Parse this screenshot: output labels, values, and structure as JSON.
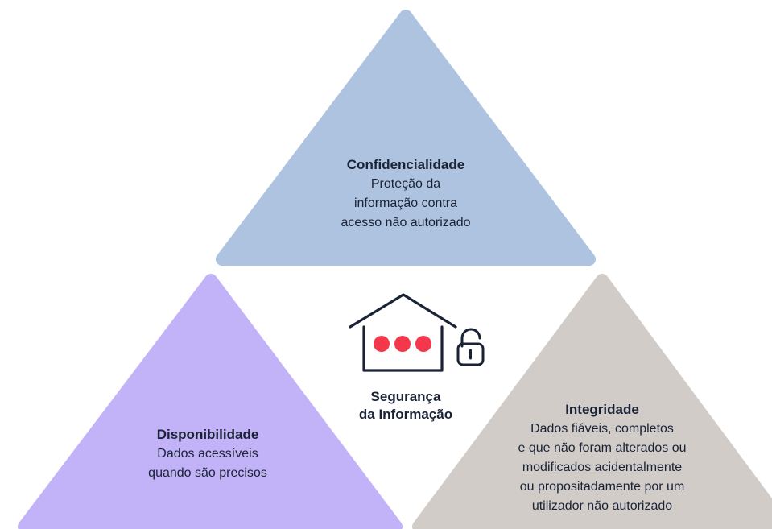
{
  "colors": {
    "top": "#aec3df",
    "left": "#c2b3f8",
    "right": "#d1ccc8",
    "dots": "#f2384a",
    "ink": "#1a2336"
  },
  "center": {
    "line1": "Segurança",
    "line2": "da Informação",
    "icon": "house-lock-icon"
  },
  "top": {
    "title": "Confidencialidade",
    "lines": [
      "Proteção da",
      "informação contra",
      "acesso não autorizado"
    ]
  },
  "left": {
    "title": "Disponibilidade",
    "lines": [
      "Dados acessíveis",
      "quando são precisos"
    ]
  },
  "right": {
    "title": "Integridade",
    "lines": [
      "Dados fiáveis, completos",
      "e que não foram alterados ou",
      "modificados acidentalmente",
      "ou propositadamente por um",
      "utilizador não autorizado"
    ]
  }
}
